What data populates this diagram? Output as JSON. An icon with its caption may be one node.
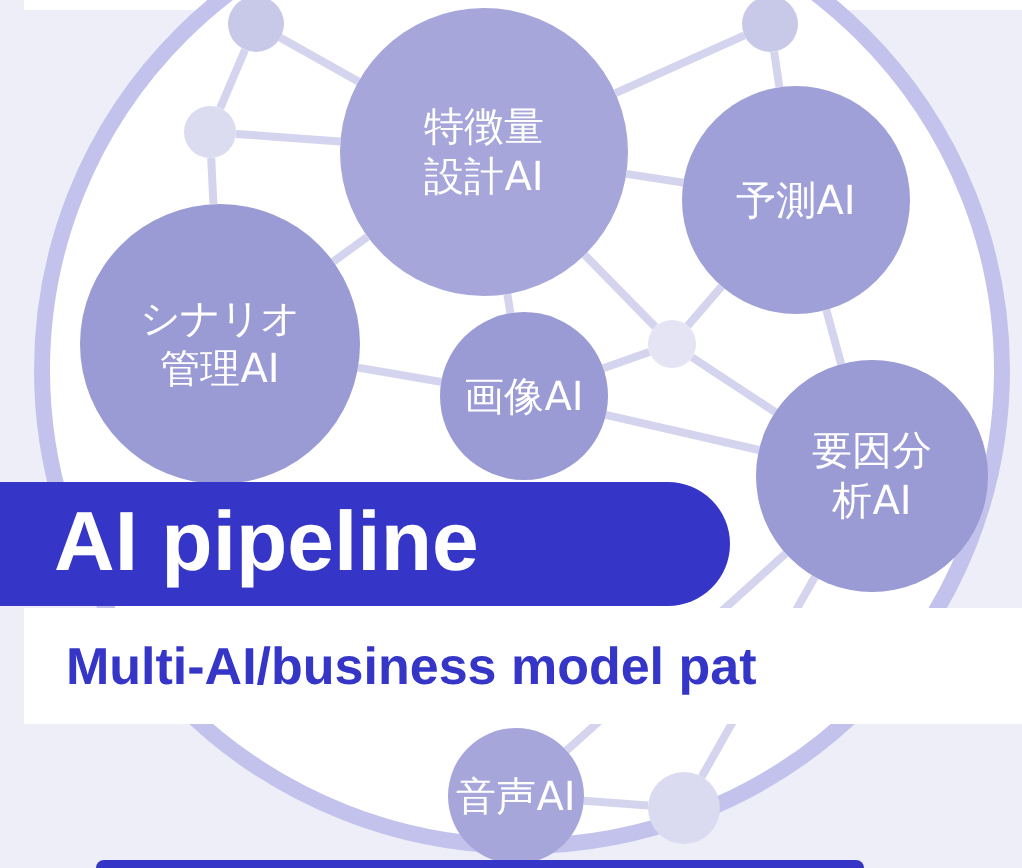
{
  "diagram": {
    "title": "AI pipeline",
    "nodes": [
      {
        "text": [],
        "shape": "circle"
      },
      {
        "text": [],
        "shape": "circle"
      },
      {
        "text": [
          "特徴量設計AI"
        ]
      },
      {
        "text": [],
        "shape": "circle"
      },
      {
        "text": [
          "予測AI"
        ]
      },
      {
        "text": [
          "シナリオ管理AI"
        ]
      },
      {
        "text": [],
        "shape": "circle"
      },
      {
        "text": [
          "画像AI"
        ]
      },
      {
        "text": [
          "要因分析AI"
        ]
      },
      {
        "text": [
          "音声AI"
        ]
      },
      {
        "text": [],
        "shape": "circle"
      }
    ],
    "edges": [
      {
        "from": 0,
        "to": 3,
        "arrow": "none"
      },
      {
        "from": 0,
        "to": 2,
        "arrow": "none"
      },
      {
        "from": 3,
        "to": 2,
        "arrow": "none"
      },
      {
        "from": 3,
        "to": 5,
        "arrow": "none"
      },
      {
        "from": 2,
        "to": 1,
        "arrow": "none"
      },
      {
        "from": 1,
        "to": 4,
        "arrow": "none"
      },
      {
        "from": 2,
        "to": 4,
        "arrow": "none"
      },
      {
        "from": 2,
        "to": 6,
        "arrow": "none"
      },
      {
        "from": 4,
        "to": 6,
        "arrow": "none"
      },
      {
        "from": 6,
        "to": 7,
        "arrow": "none"
      },
      {
        "from": 6,
        "to": 8,
        "arrow": "none"
      },
      {
        "from": 2,
        "to": 7,
        "arrow": "none"
      },
      {
        "from": 5,
        "to": 2,
        "arrow": "none"
      },
      {
        "from": 5,
        "to": 7,
        "arrow": "none"
      },
      {
        "from": 4,
        "to": 8,
        "arrow": "none"
      },
      {
        "from": 7,
        "to": 8,
        "arrow": "none"
      },
      {
        "from": 8,
        "to": 9,
        "arrow": "none"
      },
      {
        "from": 8,
        "to": 10,
        "arrow": "none"
      },
      {
        "from": 10,
        "to": 9,
        "arrow": "none"
      }
    ],
    "labels": [
      "Multi-AI/business model pat"
    ]
  }
}
